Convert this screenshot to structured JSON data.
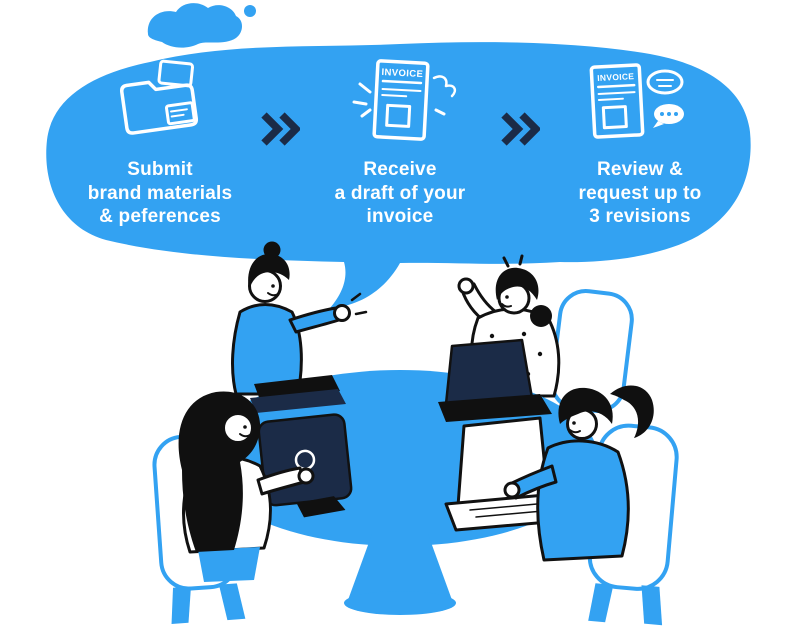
{
  "palette": {
    "brand_blue": "#33A2F2",
    "dark_navy": "#1B2B47",
    "ink": "#111111",
    "white": "#FFFFFF"
  },
  "process": {
    "steps": [
      {
        "id": "submit",
        "icon": "brand-materials-folder-icon",
        "label": "Submit\nbrand materials\n& peferences"
      },
      {
        "id": "draft",
        "icon": "invoice-draft-icon",
        "doc_title": "INVOICE",
        "label": "Receive\na draft of your\ninvoice"
      },
      {
        "id": "review",
        "icon": "invoice-review-icon",
        "doc_title": "INVOICE",
        "label": "Review &\nrequest up to\n3 revisions"
      }
    ],
    "separator_icon": "double-chevron-right-icon"
  },
  "illustration": {
    "name": "team-meeting-illustration"
  }
}
